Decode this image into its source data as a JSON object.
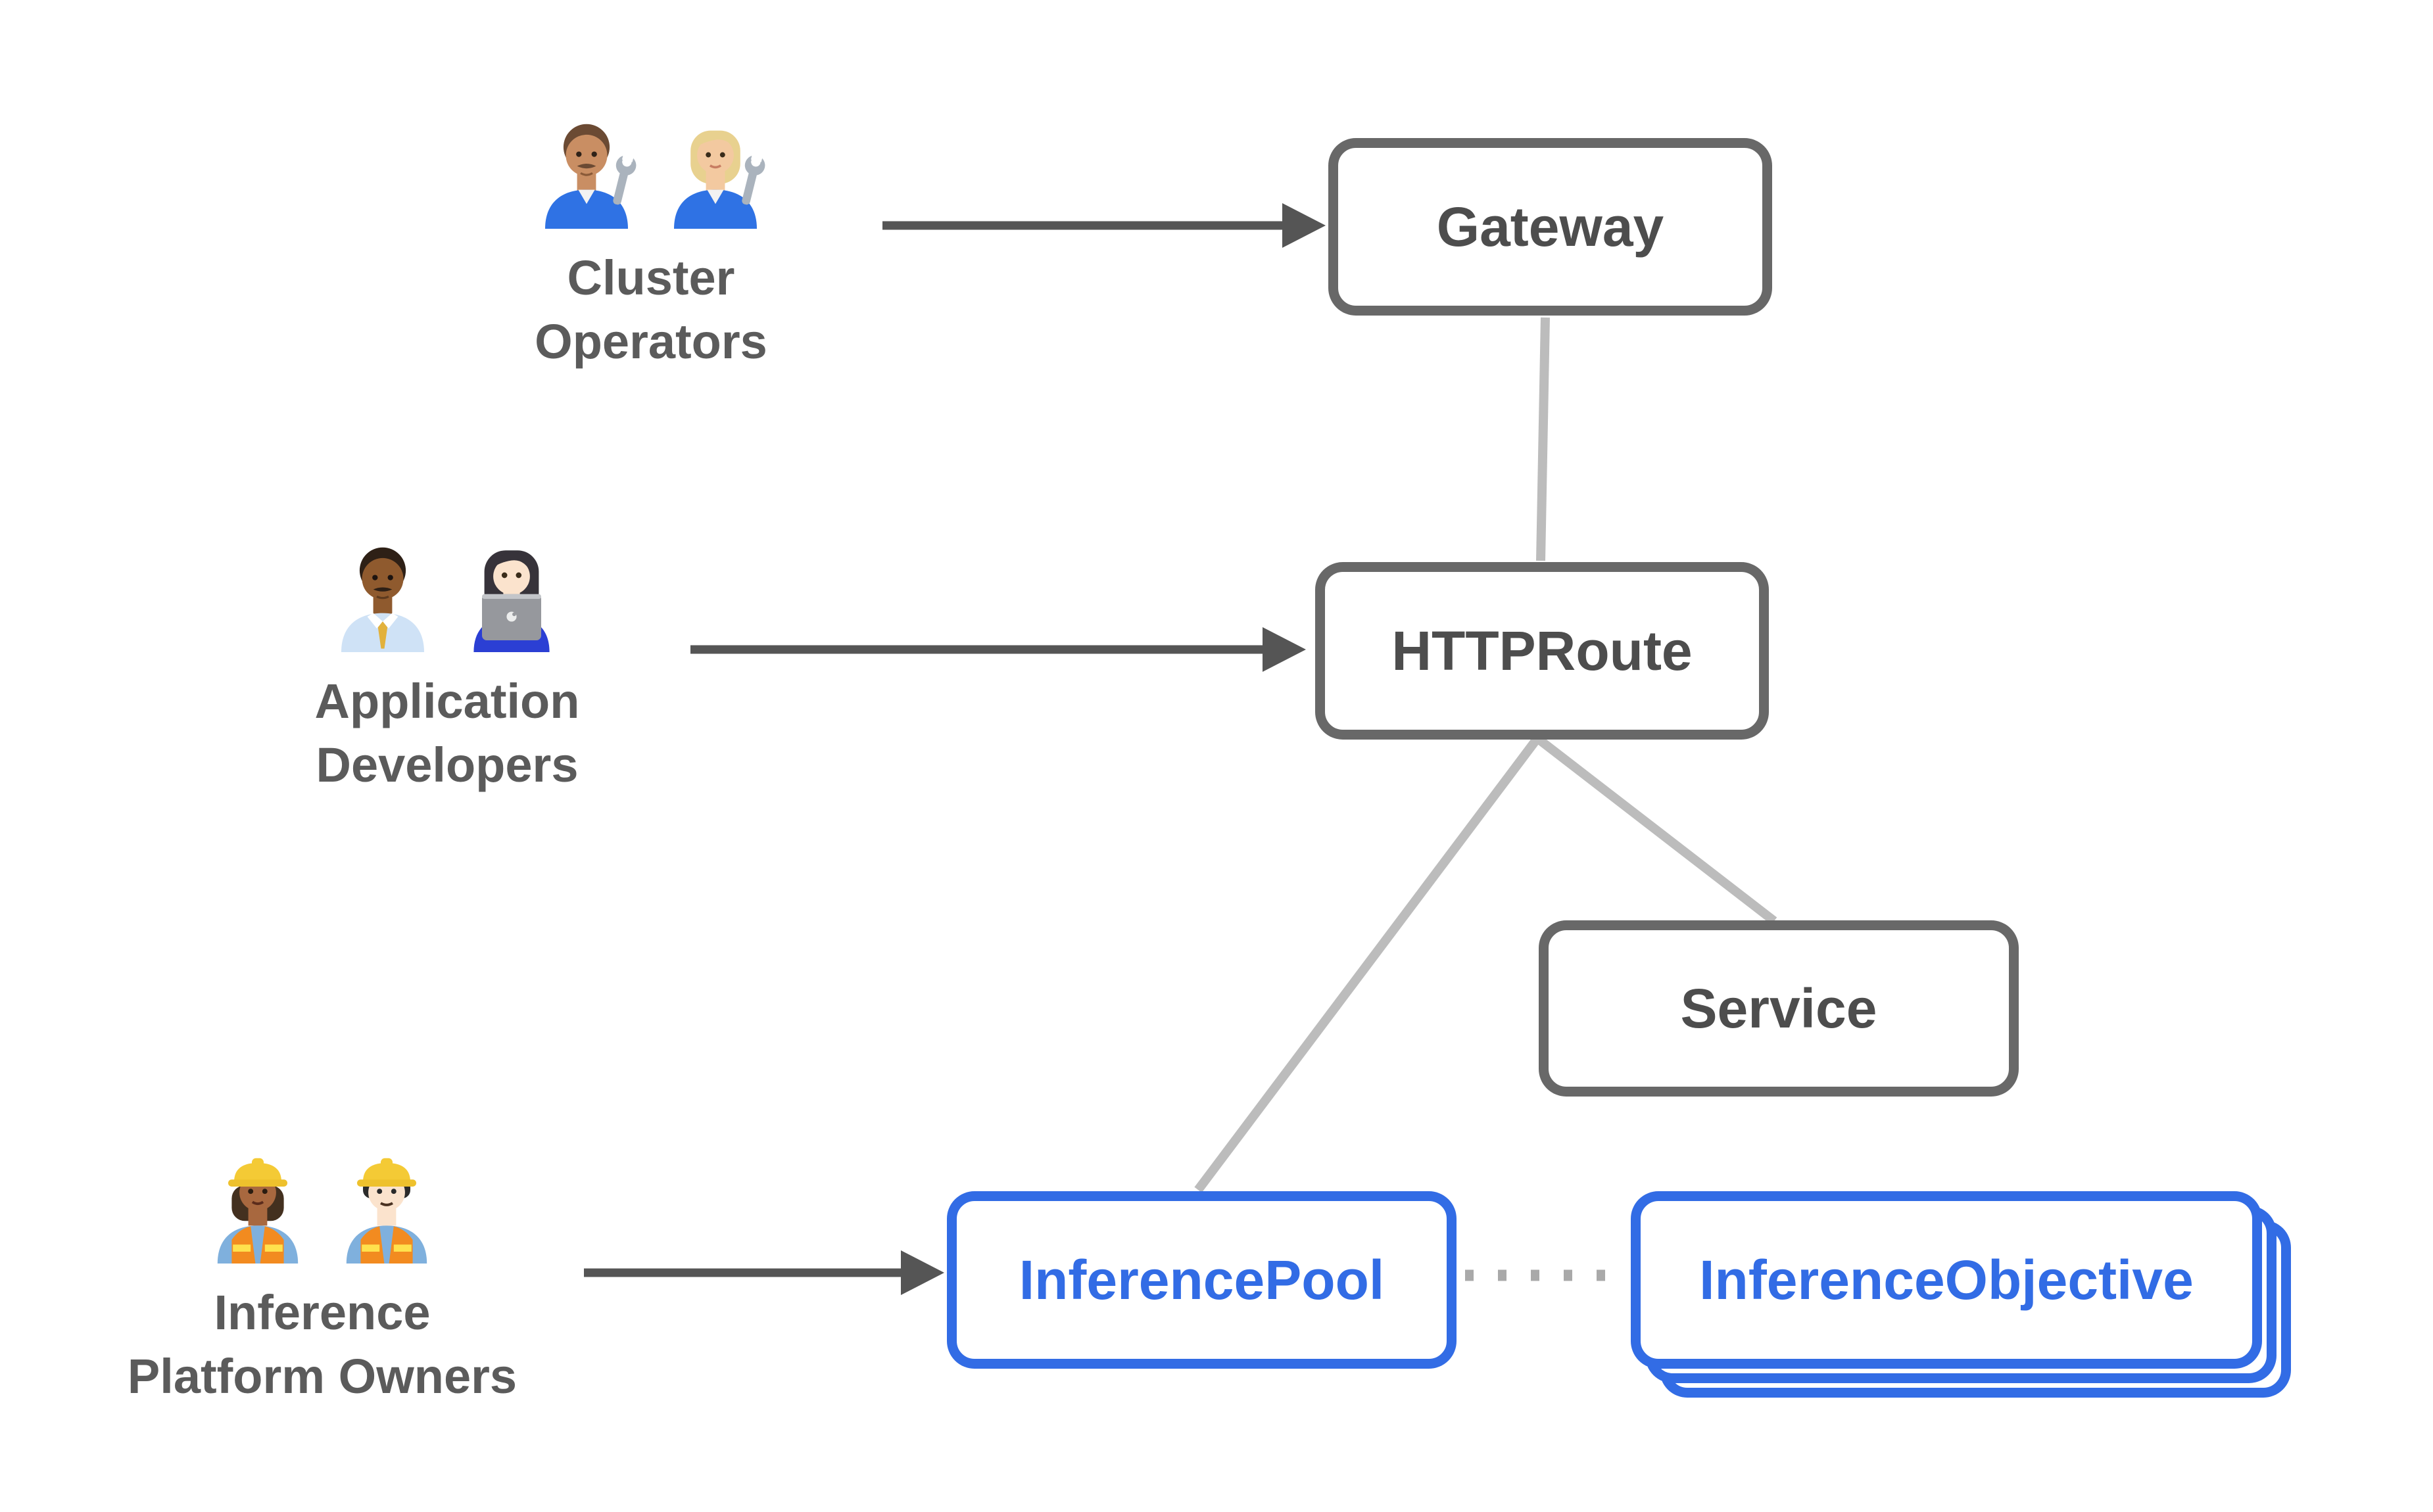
{
  "colors": {
    "background": "#ffffff",
    "core-border": "#686868",
    "core-text": "#4d4d4d",
    "extension-accent": "#326ce5",
    "actor-label": "#5b5b5b",
    "relation-line": "#bcbcbc",
    "actor-arrow": "#555555",
    "dotted-line": "#a9a9a9"
  },
  "actors": [
    {
      "name": "cluster-operators",
      "line1": "Cluster",
      "line2": "Operators",
      "icons": [
        "man-mechanic",
        "woman-mechanic"
      ]
    },
    {
      "name": "application-developers",
      "line1": "Application",
      "line2": "Developers",
      "icons": [
        "man-office-worker",
        "woman-technologist"
      ]
    },
    {
      "name": "inference-platform-owners",
      "line1": "Inference",
      "line2": "Platform Owners",
      "icons": [
        "woman-construction-worker",
        "man-construction-worker"
      ]
    }
  ],
  "nodes": {
    "gateway": {
      "label": "Gateway",
      "accent": "gray"
    },
    "httproute": {
      "label": "HTTPRoute",
      "accent": "gray"
    },
    "service": {
      "label": "Service",
      "accent": "gray"
    },
    "inferencepool": {
      "label": "InferencePool",
      "accent": "blue"
    },
    "inferenceobjective": {
      "label": "InferenceObjective",
      "accent": "blue",
      "stacked_copies": 3
    }
  },
  "edges": [
    {
      "from": "cluster-operators",
      "to": "gateway",
      "style": "solid-arrow"
    },
    {
      "from": "application-developers",
      "to": "httproute",
      "style": "solid-arrow"
    },
    {
      "from": "inference-platform-owners",
      "to": "inferencepool",
      "style": "solid-arrow"
    },
    {
      "from": "gateway",
      "to": "httproute",
      "style": "plain-line"
    },
    {
      "from": "httproute",
      "to": "inferencepool",
      "style": "plain-line"
    },
    {
      "from": "httproute",
      "to": "service",
      "style": "plain-line"
    },
    {
      "from": "inferencepool",
      "to": "inferenceobjective",
      "style": "dotted-line"
    }
  ]
}
